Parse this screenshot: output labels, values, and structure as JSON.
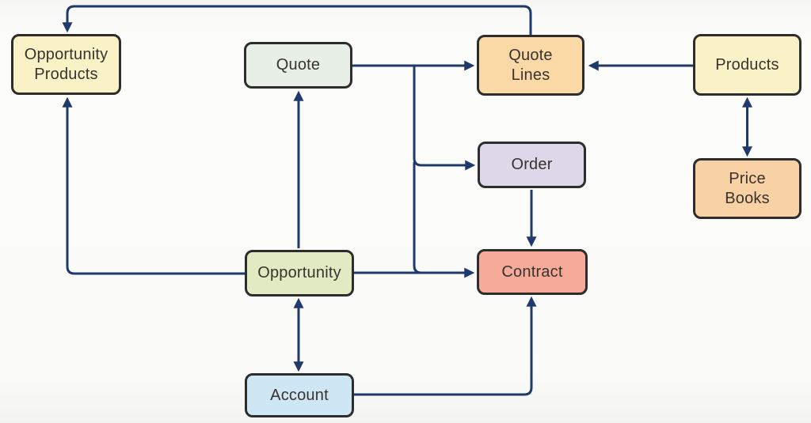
{
  "diagram": {
    "line_color": "#1e3a6d",
    "box_border_color": "#2d2d2d",
    "text_color": "#38332e",
    "nodes": [
      {
        "id": "opportunity-products",
        "label": "Opportunity\nProducts",
        "color": "#f9f2c7"
      },
      {
        "id": "quote",
        "label": "Quote",
        "color": "#e7efe6"
      },
      {
        "id": "quote-lines",
        "label": "Quote\nLines",
        "color": "#fbd9a7"
      },
      {
        "id": "products",
        "label": "Products",
        "color": "#f9f2c7"
      },
      {
        "id": "order",
        "label": "Order",
        "color": "#ded7e9"
      },
      {
        "id": "price-books",
        "label": "Price\nBooks",
        "color": "#f8d1a5"
      },
      {
        "id": "opportunity",
        "label": "Opportunity",
        "color": "#e1eac3"
      },
      {
        "id": "contract",
        "label": "Contract",
        "color": "#f5aa9a"
      },
      {
        "id": "account",
        "label": "Account",
        "color": "#cfe6f4"
      }
    ],
    "edges": [
      {
        "from": "quote-lines",
        "to": "opportunity-products",
        "direction": "one-way"
      },
      {
        "from": "quote",
        "to": "quote-lines",
        "direction": "one-way"
      },
      {
        "from": "products",
        "to": "quote-lines",
        "direction": "one-way"
      },
      {
        "from": "products",
        "to": "price-books",
        "direction": "two-way"
      },
      {
        "from": "quote",
        "to": "order",
        "direction": "one-way"
      },
      {
        "from": "quote",
        "to": "contract",
        "direction": "one-way"
      },
      {
        "from": "opportunity",
        "to": "contract",
        "direction": "one-way"
      },
      {
        "from": "order",
        "to": "contract",
        "direction": "one-way"
      },
      {
        "from": "opportunity",
        "to": "quote",
        "direction": "one-way"
      },
      {
        "from": "opportunity",
        "to": "opportunity-products",
        "direction": "one-way"
      },
      {
        "from": "opportunity",
        "to": "account",
        "direction": "two-way"
      },
      {
        "from": "account",
        "to": "contract",
        "direction": "one-way"
      }
    ]
  }
}
